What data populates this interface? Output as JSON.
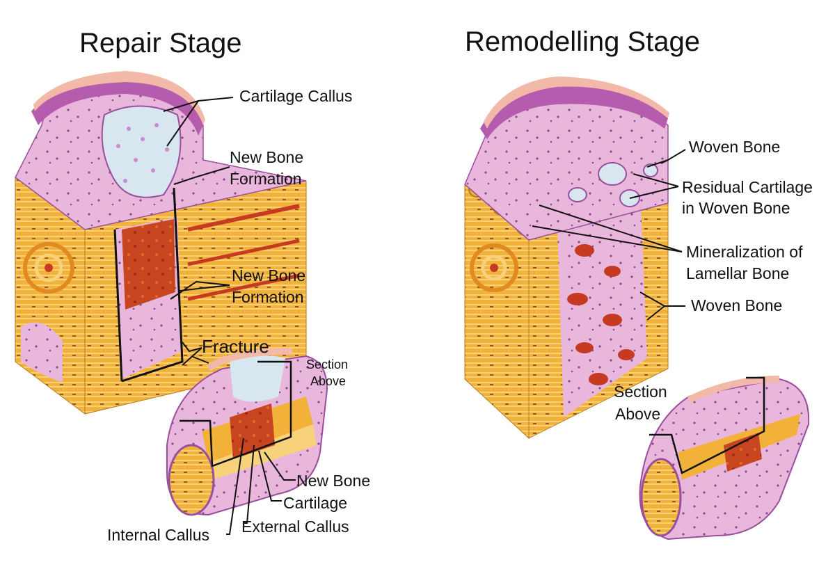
{
  "panels": {
    "repair": {
      "title": "Repair Stage",
      "labels": {
        "cartilage_callus": "Cartilage Callus",
        "new_bone_formation_1a": "New Bone",
        "new_bone_formation_1b": "Formation",
        "new_bone_formation_2a": "New Bone",
        "new_bone_formation_2b": "Formation",
        "fracture": "Fracture",
        "section_above_a": "Section",
        "section_above_b": "Above",
        "new_bone": "New Bone",
        "cartilage": "Cartilage",
        "external_callus": "External Callus",
        "internal_callus": "Internal Callus"
      }
    },
    "remodelling": {
      "title": "Remodelling Stage",
      "labels": {
        "woven_bone_top": "Woven Bone",
        "residual_cartilage_a": "Residual Cartilage",
        "residual_cartilage_b": "in Woven Bone",
        "mineralization_a": "Mineralization of",
        "mineralization_b": "Lamellar Bone",
        "woven_bone_bottom": "Woven Bone",
        "section_above_a": "Section",
        "section_above_b": "Above"
      }
    }
  },
  "colors": {
    "lamellar_bone": "#f2b23a",
    "lamellar_bone_light": "#f7d27a",
    "woven_bone_pink": "#e9b6dc",
    "periosteum_purple": "#9a4e9e",
    "marrow_red": "#c63a22",
    "cartilage_blue": "#d8e6f0",
    "skin_top": "#f2b8a8"
  }
}
